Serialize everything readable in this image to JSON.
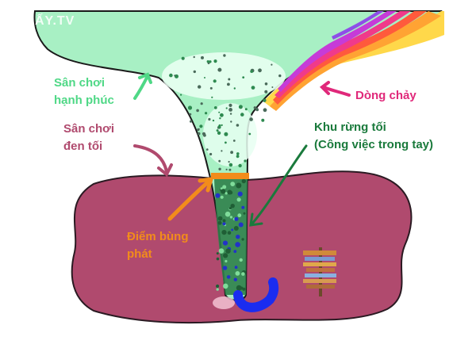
{
  "watermark": {
    "text": "ẤY.TV"
  },
  "labels": {
    "happy_line1": "Sân chơi",
    "happy_line2": "hạnh phúc",
    "dark_line1": "Sân chơi",
    "dark_line2": "đen tối",
    "flow": "Dòng chảy",
    "forest_line1": "Khu rừng tối",
    "forest_line2": "(Công việc trong tay)",
    "ignition_line1": "Điểm bùng",
    "ignition_line2": "phát"
  },
  "colors": {
    "happy": "#4fd886",
    "dark": "#b04a6e",
    "flow": "#e0287a",
    "forest": "#1a7a3c",
    "ignition": "#f28c1b",
    "green_area": "#a8f0c4",
    "dark_area": "#b04a6e",
    "rainbow": [
      "#ffd84a",
      "#ffa333",
      "#ff5a3c",
      "#f03a8a",
      "#c63bd8",
      "#8e4ee8"
    ],
    "hose": "#1a2cf0"
  }
}
